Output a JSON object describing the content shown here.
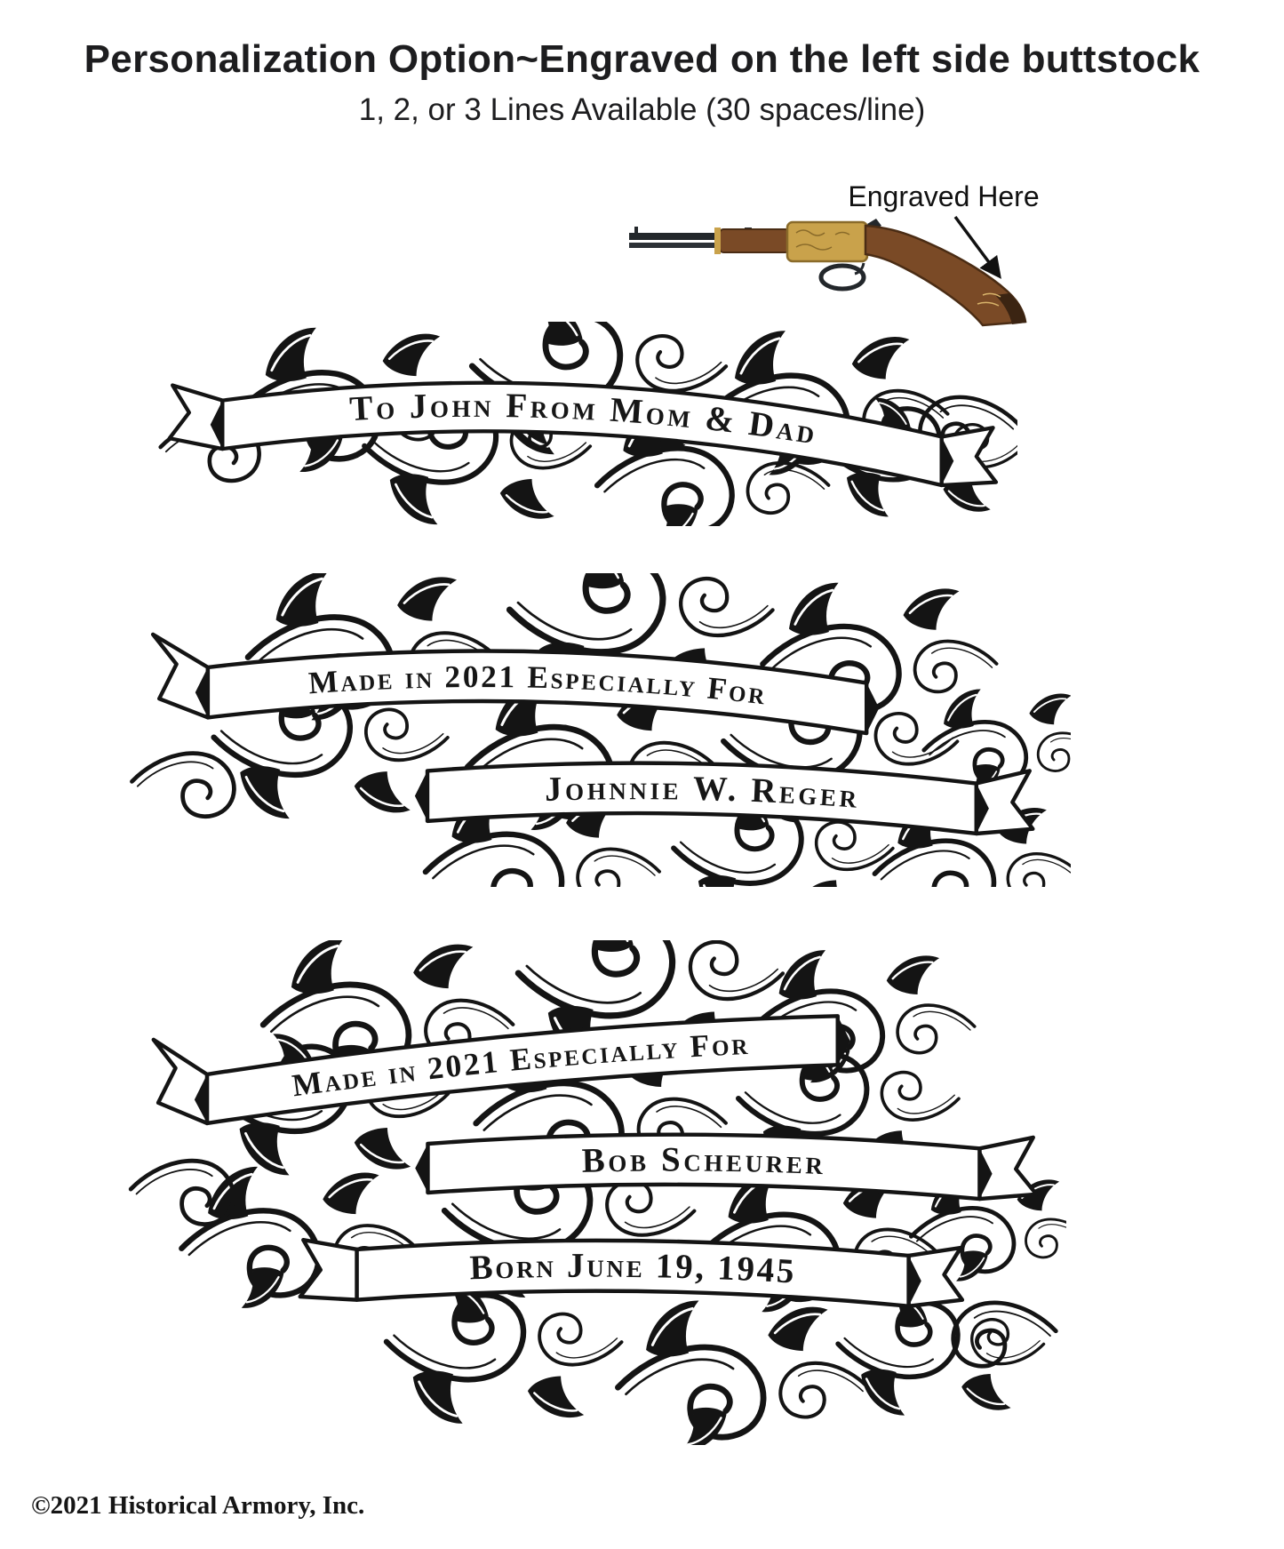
{
  "header": {
    "title": "Personalization Option~Engraved on the left side buttstock",
    "subtitle": "1, 2, or 3 Lines Available (30 spaces/line)"
  },
  "rifle": {
    "callout": "Engraved Here"
  },
  "examples": [
    {
      "name": "one-line-example",
      "lines": [
        "To John From Mom & Dad"
      ]
    },
    {
      "name": "two-line-example",
      "lines": [
        "Made in 2021 Especially For",
        "Johnnie W. Reger"
      ]
    },
    {
      "name": "three-line-example",
      "lines": [
        "Made in 2021 Especially For",
        "Bob Scheurer",
        "Born June 19, 1945"
      ]
    }
  ],
  "footer": {
    "copyright": "©2021 Historical Armory, Inc."
  },
  "colors": {
    "ink": "#141414",
    "brass": "#c9a24b",
    "wood": "#7a4a26",
    "barrel": "#23272b"
  }
}
